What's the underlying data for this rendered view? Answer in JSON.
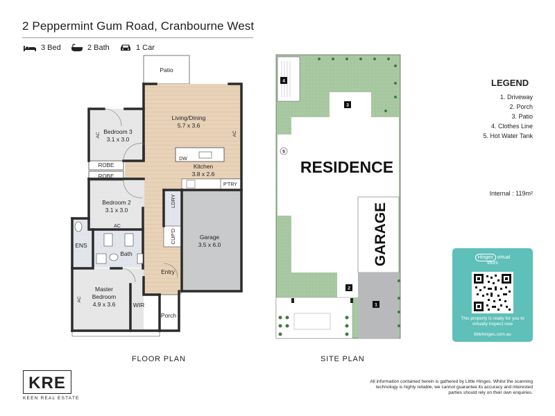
{
  "title": "2 Peppermint Gum Road, Cranbourne West",
  "features": {
    "bed": "3 Bed",
    "bath": "2 Bath",
    "car": "1 Car"
  },
  "floor_plan": {
    "label": "FLOOR PLAN",
    "rooms": {
      "patio": "Patio",
      "living": "Living/Dining",
      "living_size": "5.7 x 3.6",
      "bed3": "Bedroom 3",
      "bed3_size": "3.1 x 3.0",
      "robe1": "ROBE",
      "robe2": "ROBE",
      "bed2": "Bedroom 2",
      "bed2_size": "3.1 x 3.0",
      "kitchen": "Kitchen",
      "kitchen_size": "3.8 x 2.6",
      "dw": "DW",
      "ptry": "P'TRY",
      "ldry": "LDRY",
      "cupd": "CUP'D",
      "garage": "Garage",
      "garage_size": "3.5 x 6.0",
      "ens": "ENS",
      "bath": "Bath",
      "entry": "Entry",
      "master": "Master",
      "master2": "Bedroom",
      "master_size": "4.9 x 3.6",
      "wir": "WIR",
      "porch": "Porch",
      "ac": "AC"
    }
  },
  "site_plan": {
    "label": "SITE PLAN",
    "residence": "RESIDENCE",
    "garage": "GARAGE",
    "markers": [
      "1",
      "2",
      "3",
      "4",
      "5"
    ]
  },
  "legend": {
    "title": "LEGEND",
    "items": [
      "1. Driveway",
      "2. Porch",
      "3. Patio",
      "4. Clothes Line",
      "5. Hot Water Tank"
    ]
  },
  "internal": "Internal  : 119m²",
  "promo": {
    "brand": "Hinges",
    "brand2": "virtual tours",
    "text": "This property is ready for you to virtually inspect now",
    "url": "littlehinges.com.au"
  },
  "company": {
    "mark": "KRE",
    "name": "KEEN REAL ESTATE"
  },
  "disclaimer": "All information contained herein is gathered by Little Hinges. Whilst the scanning technology is highly reliable, we cannot guarantee its accuracy and interested parties should rely on their own enquiries.",
  "colors": {
    "wall": "#2b2b2b",
    "floor_wood": "#e6cfb5",
    "tile": "#e2e4ea",
    "garage": "#c9cacc",
    "grass": "#a9c9a3",
    "accent": "#5fbfb9"
  }
}
